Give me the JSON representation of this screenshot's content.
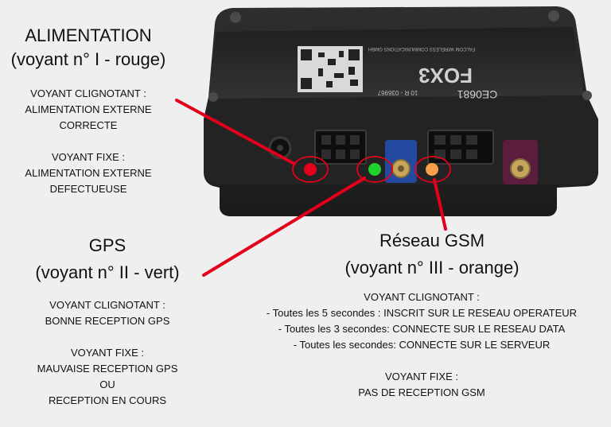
{
  "device": {
    "brand": "FOX3",
    "cert": "CE0681",
    "label_line1": "FALCOM WIRELESS COMMUNICATIONS GMBH",
    "label_line2": "10 R - 036967"
  },
  "alimentation": {
    "title": "ALIMENTATION",
    "subtitle": "(voyant n° I - rouge)",
    "blink_head": "VOYANT CLIGNOTANT :",
    "blink_l1": "ALIMENTATION EXTERNE",
    "blink_l2": "CORRECTE",
    "fixed_head": "VOYANT FIXE :",
    "fixed_l1": "ALIMENTATION EXTERNE",
    "fixed_l2": "DEFECTUEUSE"
  },
  "gps": {
    "title": "GPS",
    "subtitle": "(voyant n° II - vert)",
    "blink_head": "VOYANT CLIGNOTANT :",
    "blink_l1": "BONNE RECEPTION GPS",
    "fixed_head": "VOYANT FIXE :",
    "fixed_l1": "MAUVAISE RECEPTION GPS",
    "fixed_or": "OU",
    "fixed_l2": "RECEPTION EN COURS"
  },
  "gsm": {
    "title": "Réseau GSM",
    "subtitle": "(voyant n° III - orange)",
    "blink_head": "VOYANT CLIGNOTANT :",
    "blink_l1": "- Toutes les 5 secondes : INSCRIT SUR LE RESEAU OPERATEUR",
    "blink_l2": "-  Toutes les 3 secondes: CONNECTE SUR LE RESEAU DATA",
    "blink_l3": "- Toutes les secondes: CONNECTE SUR LE SERVEUR",
    "fixed_head": "VOYANT FIXE :",
    "fixed_l1": "PAS DE RECEPTION GSM"
  },
  "colors": {
    "background": "#efefef",
    "pointer": "#e3001b",
    "led_red": "#e3001b",
    "led_green": "#1fd12a",
    "led_orange": "#f7a14a",
    "device_body": "#262626"
  }
}
